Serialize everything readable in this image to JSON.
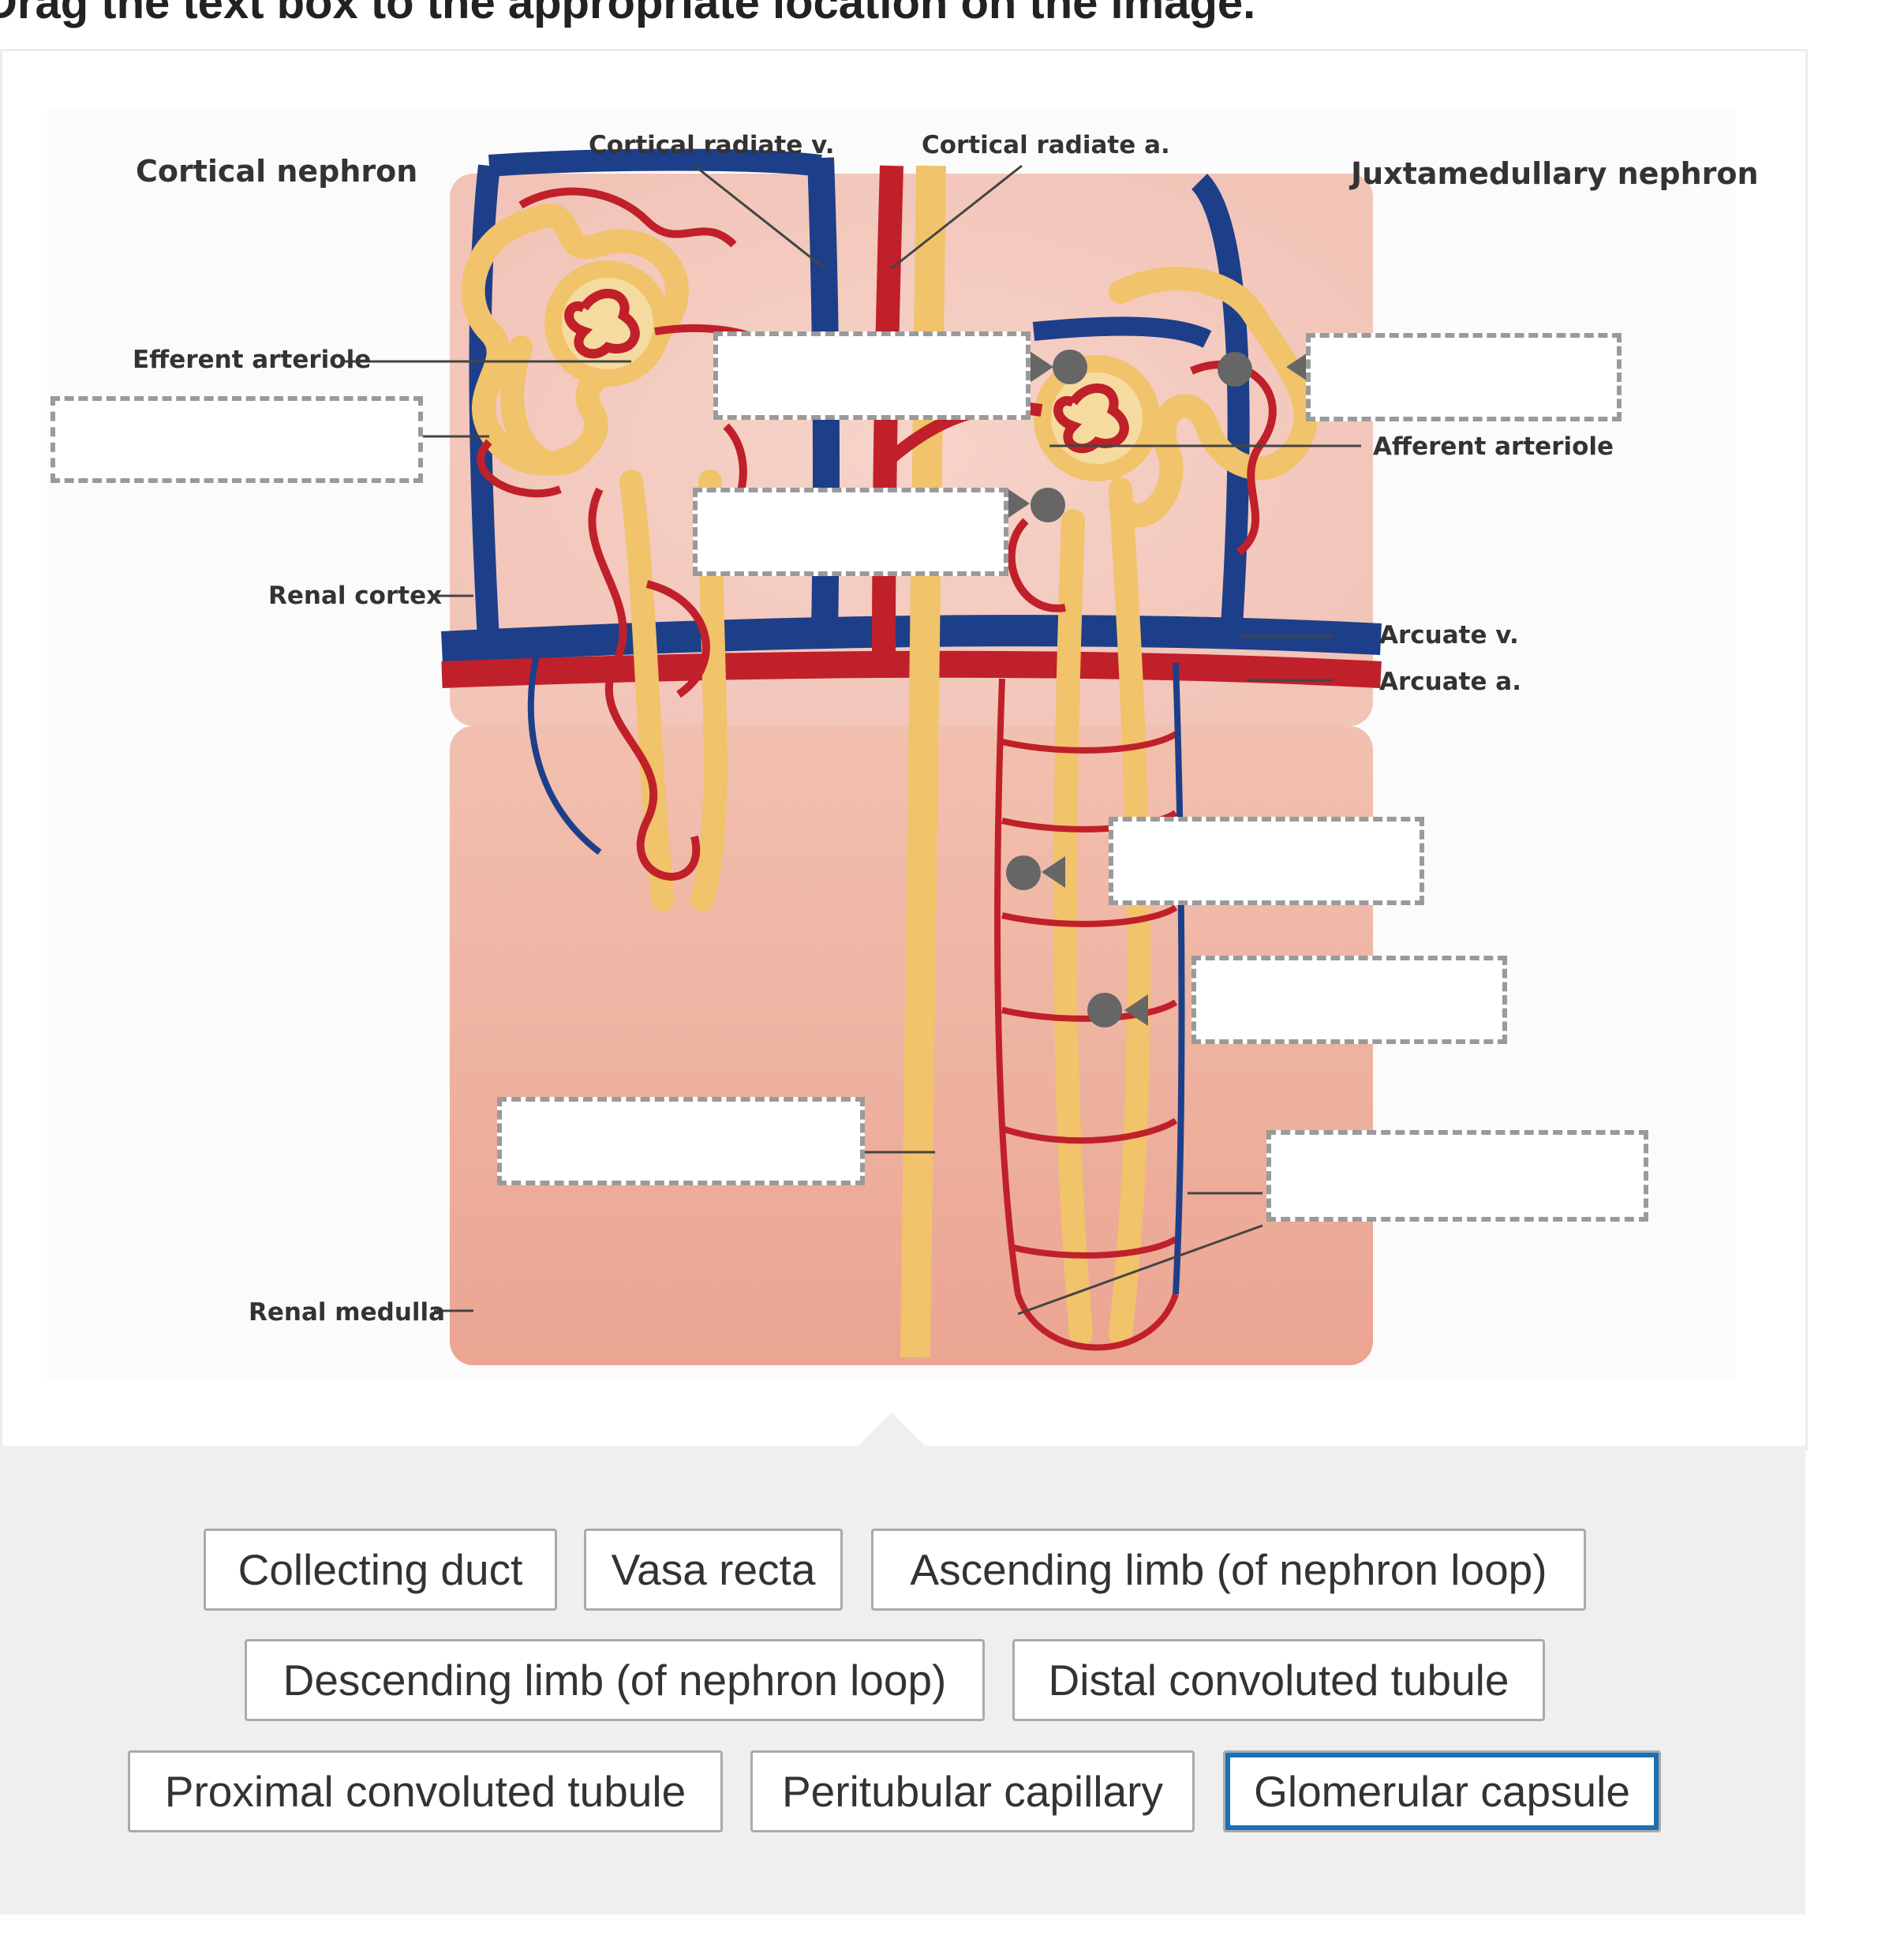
{
  "instruction": "Drag the text box to the appropriate location on the image.",
  "diagram_labels": {
    "cortical_nephron": "Cortical nephron",
    "juxtamedullary_nephron": "Juxtamedullary nephron",
    "cortical_radiate_v": "Cortical radiate v.",
    "cortical_radiate_a": "Cortical radiate a.",
    "efferent_arteriole": "Efferent arteriole",
    "afferent_arteriole": "Afferent arteriole",
    "renal_cortex": "Renal cortex",
    "renal_medulla": "Renal medulla",
    "arcuate_v": "Arcuate v.",
    "arcuate_a": "Arcuate a."
  },
  "drop_zones": [
    "",
    "",
    "",
    "",
    "",
    "",
    "",
    ""
  ],
  "answer_choices": [
    "Collecting duct",
    "Vasa recta",
    "Ascending limb (of nephron loop)",
    "Descending limb (of nephron loop)",
    "Distal convoluted tubule",
    "Proximal convoluted tubule",
    "Peritubular capillary",
    "Glomerular capsule"
  ],
  "selected_choice": "Glomerular capsule",
  "colors": {
    "artery": "#c0202a",
    "vein": "#1d3f8a",
    "tubule": "#f1c36a",
    "cortex": "#f4cdc2",
    "medulla": "#eeab99",
    "capillary": "#7a3fa0",
    "selection": "#1a6fb5"
  }
}
